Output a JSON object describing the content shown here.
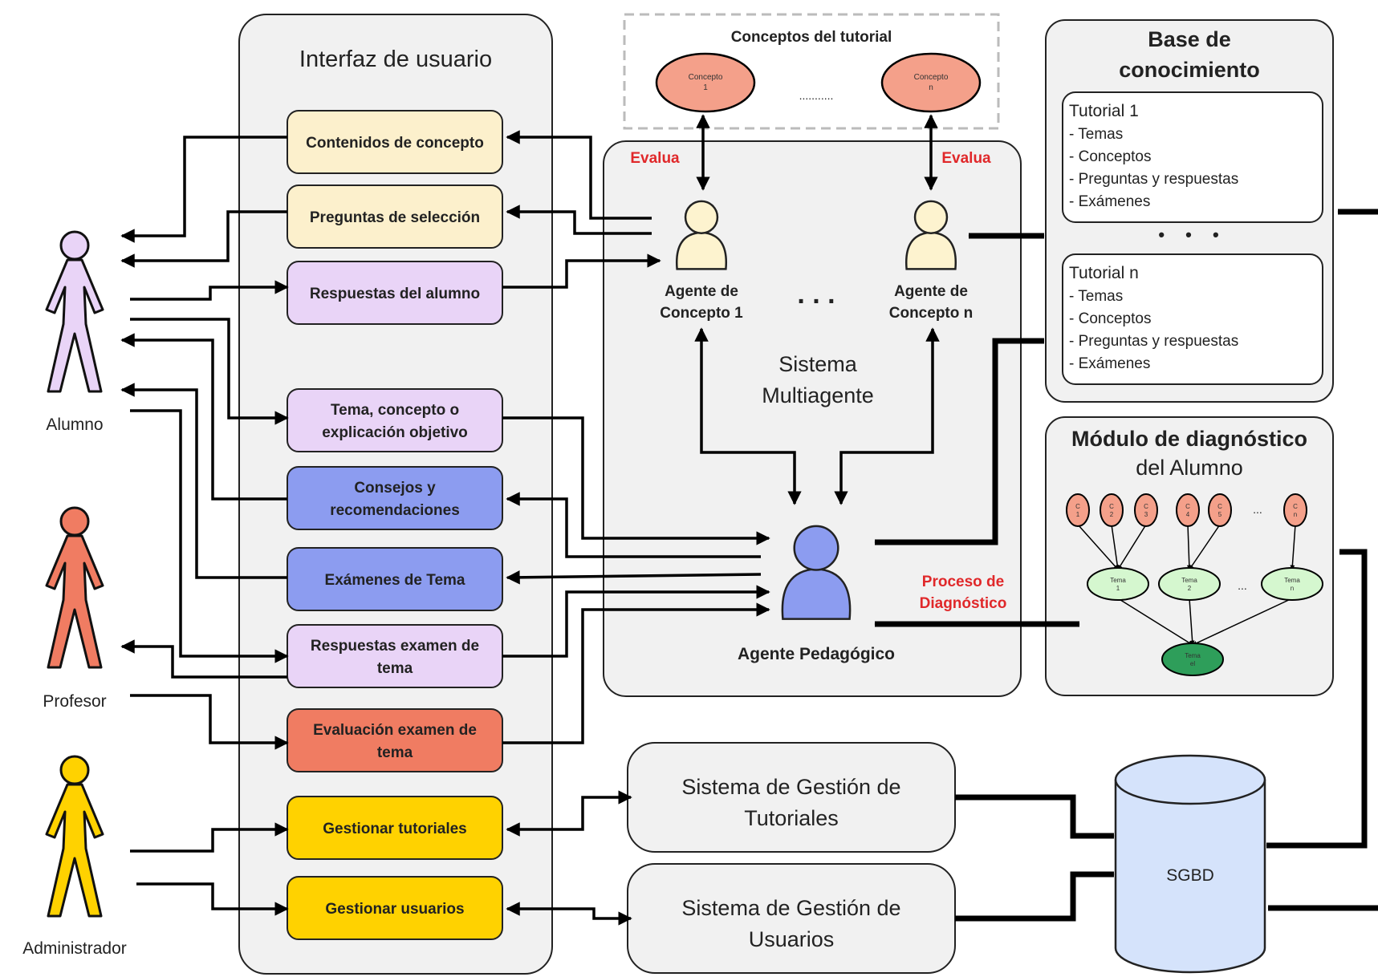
{
  "ui_panel": {
    "title": "Interfaz de usuario"
  },
  "ui_boxes": [
    {
      "id": "contenidos",
      "lines": [
        "Contenidos de concepto"
      ],
      "color": "#fcf0cc"
    },
    {
      "id": "preguntas",
      "lines": [
        "Preguntas de selección"
      ],
      "color": "#fcf0cc"
    },
    {
      "id": "respuestas",
      "lines": [
        "Respuestas del alumno"
      ],
      "color": "#e9d4f7"
    },
    {
      "id": "tema-objetivo",
      "lines": [
        "Tema, concepto o",
        "explicación objetivo"
      ],
      "color": "#e9d4f7"
    },
    {
      "id": "consejos",
      "lines": [
        "Consejos y",
        "recomendaciones"
      ],
      "color": "#8c9cf0"
    },
    {
      "id": "examenes-tema",
      "lines": [
        "Exámenes de Tema"
      ],
      "color": "#8c9cf0"
    },
    {
      "id": "respuestas-examen",
      "lines": [
        "Respuestas examen de",
        "tema"
      ],
      "color": "#e9d4f7"
    },
    {
      "id": "evaluacion",
      "lines": [
        "Evaluación examen de",
        "tema"
      ],
      "color": "#f07c62"
    },
    {
      "id": "gestionar-tutoriales",
      "lines": [
        "Gestionar tutoriales"
      ],
      "color": "#ffd200"
    },
    {
      "id": "gestionar-usuarios",
      "lines": [
        "Gestionar usuarios"
      ],
      "color": "#ffd200"
    }
  ],
  "actors": {
    "alumno": "Alumno",
    "profesor": "Profesor",
    "administrador": "Administrador"
  },
  "concepts": {
    "title": "Conceptos del tutorial",
    "c1": [
      "Concepto",
      "1"
    ],
    "cn": [
      "Concepto",
      "n"
    ],
    "dots": "..........."
  },
  "mas": {
    "evalua_left": "Evalua",
    "evalua_right": "Evalua",
    "agent1": [
      "Agente de",
      "Concepto 1"
    ],
    "agentn": [
      "Agente de",
      "Concepto n"
    ],
    "dots": ". . .",
    "title": [
      "Sistema",
      "Multiagente"
    ],
    "pedagogico": "Agente Pedagógico",
    "proceso": [
      "Proceso de",
      "Diagnóstico"
    ]
  },
  "kb": {
    "title": [
      "Base de",
      "conocimiento"
    ],
    "tutorial1": {
      "title": "Tutorial 1",
      "items": [
        "- Temas",
        "- Conceptos",
        "- Preguntas y respuestas",
        "- Exámenes"
      ]
    },
    "dots": "• • •",
    "tutorialn": {
      "title": "Tutorial n",
      "items": [
        "- Temas",
        "- Conceptos",
        "- Preguntas y respuestas",
        "- Exámenes"
      ]
    }
  },
  "diag": {
    "title": [
      "Módulo de diagnóstico",
      "del Alumno"
    ],
    "concept_labels": [
      "C\n1",
      "C\n2",
      "C\n3",
      "C\n4",
      "C\n5",
      "C\nn"
    ],
    "theme_labels": [
      "Tema\n1",
      "Tema\n2",
      "Tema\nn"
    ],
    "final_label": "Tema\nel"
  },
  "sgt": [
    "Sistema de Gestión de",
    "Tutoriales"
  ],
  "sgu": [
    "Sistema de Gestión de",
    "Usuarios"
  ],
  "sgbd": "SGBD",
  "colors": {
    "panel": "#f1f1f1",
    "actor_alumno": "#e9d4f7",
    "actor_profesor": "#f07c62",
    "actor_admin": "#ffd200",
    "agent_concept": "#fdf3cf",
    "agent_ped": "#8c9cf0",
    "concept_node": "#f4a08a",
    "theme_node": "#d5f7cf",
    "final_node": "#2e9e5a",
    "sgbd": "#d5e3fb"
  }
}
